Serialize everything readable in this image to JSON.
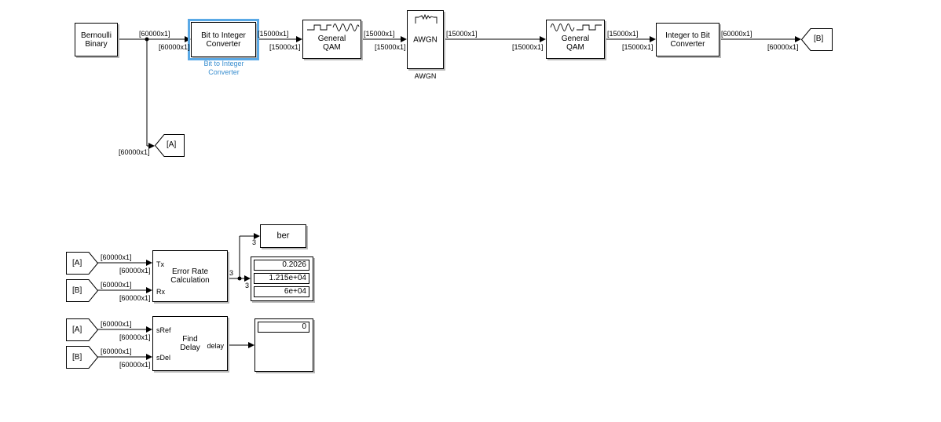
{
  "blocks": {
    "bernoulli": "Bernoulli\nBinary",
    "bit_to_int": "Bit to Integer\nConverter",
    "bit_to_int_caption": "Bit to Integer\nConverter",
    "qam_mod": "General\nQAM",
    "awgn": "AWGN",
    "awgn_caption": "AWGN",
    "qam_demod": "General\nQAM",
    "int_to_bit": "Integer to Bit\nConverter",
    "error_rate": "Error Rate\nCalculation",
    "find_delay": "Find\nDelay",
    "ber": "ber"
  },
  "ports": {
    "tx": "Tx",
    "rx": "Rx",
    "sref": "sRef",
    "sdel": "sDel",
    "delay": "delay",
    "err_out": "3",
    "ber_in": "3",
    "disp_in": "3"
  },
  "tags": {
    "goto_a": "[A]",
    "goto_b": "[B]",
    "from_a1": "[A]",
    "from_b1": "[B]",
    "from_a2": "[A]",
    "from_b2": "[B]"
  },
  "signals": {
    "bern_out": "[60000x1]",
    "b2i_in": "[60000x1]",
    "a_in": "[60000x1]",
    "b2i_out": "[15000x1]",
    "qam_in": "[15000x1]",
    "qam_out": "[15000x1]",
    "awgn_in": "[15000x1]",
    "awgn_out": "[15000x1]",
    "qamd_in": "[15000x1]",
    "qamd_out": "[15000x1]",
    "i2b_in": "[15000x1]",
    "i2b_out": "[60000x1]",
    "b_in": "[60000x1]",
    "from_a1_out": "[60000x1]",
    "tx_in": "[60000x1]",
    "from_b1_out": "[60000x1]",
    "rx_in": "[60000x1]",
    "from_a2_out": "[60000x1]",
    "sref_in": "[60000x1]",
    "from_b2_out": "[60000x1]",
    "sdel_in": "[60000x1]"
  },
  "display_values": [
    "0.2026",
    "1.215e+04",
    "6e+04"
  ],
  "delay_value": "0",
  "colors": {
    "selection": "#5aa9e6",
    "caption_blue": "#3b8fd0"
  }
}
